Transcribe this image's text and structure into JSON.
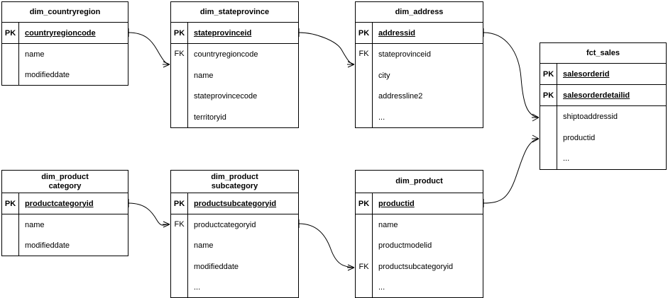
{
  "diagram": {
    "title": "AdventureWorks star schema ER diagram",
    "line_color": "#000000",
    "background": "#ffffff",
    "entity_fill": "#ffffff"
  },
  "entities": [
    {
      "id": "dim_countryregion",
      "title_lines": [
        "dim_countryregion"
      ],
      "key_rows": [
        {
          "key": "PK",
          "field": "countryregioncode"
        }
      ],
      "body_key": "",
      "body_fields": [
        "name",
        "modifieddate"
      ]
    },
    {
      "id": "dim_stateprovince",
      "title_lines": [
        "dim_stateprovince"
      ],
      "key_rows": [
        {
          "key": "PK",
          "field": "stateprovinceid"
        }
      ],
      "body_key": "FK",
      "body_fields": [
        "countryregioncode",
        "name",
        "stateprovincecode",
        "territoryid"
      ]
    },
    {
      "id": "dim_address",
      "title_lines": [
        "dim_address"
      ],
      "key_rows": [
        {
          "key": "PK",
          "field": "addressid"
        }
      ],
      "body_key": "FK",
      "body_fields": [
        "stateprovinceid",
        "city",
        "addressline2",
        "..."
      ]
    },
    {
      "id": "fct_sales",
      "title_lines": [
        "fct_sales"
      ],
      "key_rows": [
        {
          "key": "PK",
          "field": "salesorderid"
        },
        {
          "key": "PK",
          "field": "salesorderdetailid"
        }
      ],
      "body_key": "",
      "body_fields": [
        "shiptoaddressid",
        "productid",
        "..."
      ]
    },
    {
      "id": "dim_productcategory",
      "title_lines": [
        "dim_product",
        "category"
      ],
      "key_rows": [
        {
          "key": "PK",
          "field": "productcategoryid"
        }
      ],
      "body_key": "",
      "body_fields": [
        "name",
        "modifieddate"
      ]
    },
    {
      "id": "dim_productsubcategory",
      "title_lines": [
        "dim_product",
        "subcategory"
      ],
      "key_rows": [
        {
          "key": "PK",
          "field": "productsubcategoryid"
        }
      ],
      "body_key": "FK",
      "body_fields": [
        "productcategoryid",
        "name",
        "modifieddate",
        "..."
      ]
    },
    {
      "id": "dim_product",
      "title_lines": [
        "dim_product"
      ],
      "key_rows": [
        {
          "key": "PK",
          "field": "productid"
        }
      ],
      "body_key": "FK",
      "body_fields": [
        "name",
        "productmodelid",
        "productsubcategoryid",
        "..."
      ]
    }
  ],
  "relationships": [
    {
      "id": "rel-countryregion-stateprovince",
      "from": "dim_countryregion.countryregioncode",
      "to": "dim_stateprovince.countryregioncode",
      "from_cardinality": "one",
      "to_cardinality": "many"
    },
    {
      "id": "rel-stateprovince-address",
      "from": "dim_stateprovince.stateprovinceid",
      "to": "dim_address.stateprovinceid",
      "from_cardinality": "one",
      "to_cardinality": "many"
    },
    {
      "id": "rel-address-fctsales",
      "from": "dim_address.addressid",
      "to": "fct_sales.shiptoaddressid",
      "from_cardinality": "one",
      "to_cardinality": "many"
    },
    {
      "id": "rel-product-fctsales",
      "from": "dim_product.productid",
      "to": "fct_sales.productid",
      "from_cardinality": "one",
      "to_cardinality": "many"
    },
    {
      "id": "rel-productcategory-subcategory",
      "from": "dim_productcategory.productcategoryid",
      "to": "dim_productsubcategory.productcategoryid",
      "from_cardinality": "one",
      "to_cardinality": "many"
    },
    {
      "id": "rel-subcategory-product",
      "from": "dim_productsubcategory.productsubcategoryid",
      "to": "dim_product.productsubcategoryid",
      "from_cardinality": "one",
      "to_cardinality": "many"
    }
  ]
}
